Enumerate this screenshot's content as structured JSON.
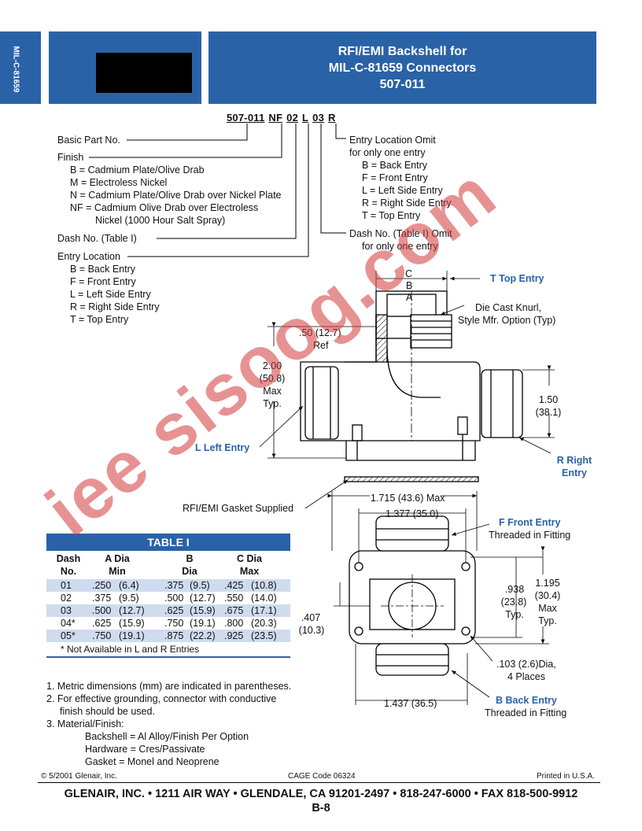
{
  "side_tab": "MIL-C-81659",
  "header": {
    "title_line1": "RFI/EMI Backshell for",
    "title_line2": "MIL-C-81659 Connectors",
    "title_line3": "507-011"
  },
  "part_number": {
    "segments": [
      "507-011",
      "NF",
      "02",
      "L",
      "03",
      "R"
    ]
  },
  "ordering": {
    "basic_part": "Basic Part No.",
    "finish_title": "Finish",
    "finish_options": [
      "B = Cadmium Plate/Olive Drab",
      "M = Electroless Nickel",
      "N = Cadmium Plate/Olive Drab over Nickel Plate",
      "NF = Cadmium Olive Drab over Electroless",
      "Nickel (1000 Hour Salt Spray)"
    ],
    "dash_no": "Dash No. (Table I)",
    "entry_title": "Entry Location",
    "entry_options": [
      "B = Back Entry",
      "F = Front Entry",
      "L = Left Side Entry",
      "R = Right Side Entry",
      "T = Top Entry"
    ],
    "right_entry_title1": "Entry Location Omit",
    "right_entry_title2": "for only one entry",
    "right_entry_options": [
      "B = Back Entry",
      "F = Front Entry",
      "L = Left Side Entry",
      "R = Right Side Entry",
      "T = Top Entry"
    ],
    "right_dash1": "Dash No. (Table I) Omit",
    "right_dash2": "for only one entry"
  },
  "drawing": {
    "label_c": "C",
    "label_b": "B",
    "label_a": "A",
    "top_entry": "T Top Entry",
    "knurl1": "Die Cast Knurl,",
    "knurl2": "Style Mfr. Option (Typ)",
    "ref1": ".50 (12.7)",
    "ref2": "Ref",
    "h1": "2.00",
    "h2": "(50.8)",
    "h3": "Max",
    "h4": "Typ.",
    "d150a": "1.50",
    "d150b": "(38.1)",
    "left_entry": "L Left Entry",
    "right_entry1": "R Right",
    "right_entry2": "Entry",
    "gasket": "RFI/EMI Gasket Supplied",
    "w1715": "1.715 (43.6) Max",
    "w1377": "1.377 (35.0)",
    "front_entry": "F Front Entry",
    "front_thread": "Threaded in Fitting",
    "d938a": ".938",
    "d938b": "(23.8)",
    "d938c": "Typ.",
    "d1195a": "1.195",
    "d1195b": "(30.4)",
    "d1195c": "Max",
    "d1195d": "Typ.",
    "d407a": ".407",
    "d407b": "(10.3)",
    "hole1": ".103 (2.6)Dia,",
    "hole2": "4 Places",
    "w1437": "1.437 (36.5)",
    "back_entry": "B Back Entry",
    "back_thread": "Threaded in Fitting"
  },
  "table": {
    "title": "TABLE I",
    "col_dash1": "Dash",
    "col_dash2": "No.",
    "col_a1": "A Dia",
    "col_a2": "Min",
    "col_b1": "B",
    "col_b2": "Dia",
    "col_c1": "C Dia",
    "col_c2": "Max",
    "rows": [
      {
        "dash": "01",
        "a": ".250",
        "am": "(6.4)",
        "b": ".375",
        "bm": "(9.5)",
        "c": ".425",
        "cm": "(10.8)"
      },
      {
        "dash": "02",
        "a": ".375",
        "am": "(9.5)",
        "b": ".500",
        "bm": "(12.7)",
        "c": ".550",
        "cm": "(14.0)"
      },
      {
        "dash": "03",
        "a": ".500",
        "am": "(12.7)",
        "b": ".625",
        "bm": "(15.9)",
        "c": ".675",
        "cm": "(17.1)"
      },
      {
        "dash": "04*",
        "a": ".625",
        "am": "(15.9)",
        "b": ".750",
        "bm": "(19.1)",
        "c": ".800",
        "cm": "(20.3)"
      },
      {
        "dash": "05*",
        "a": ".750",
        "am": "(19.1)",
        "b": ".875",
        "bm": "(22.2)",
        "c": ".925",
        "cm": "(23.5)"
      }
    ],
    "note": "* Not Available in L and R Entries"
  },
  "notes": [
    "1. Metric dimensions (mm) are indicated in parentheses.",
    "2. For effective grounding, connector with conductive",
    "finish should be used.",
    "3. Material/Finish:",
    "Backshell = Al Alloy/Finish Per Option",
    "Hardware = Cres/Passivate",
    "Gasket = Monel and Neoprene"
  ],
  "footer": {
    "copyright": "© 5/2001 Glenair, Inc.",
    "cage": "CAGE Code 06324",
    "printed": "Printed in U.S.A.",
    "address": "GLENAIR, INC. • 1211 AIR WAY • GLENDALE, CA 91201-2497 • 818-247-6000 • FAX 818-500-9912",
    "page": "B-8"
  },
  "watermark": "iee sisoog.com",
  "colors": {
    "brand_blue": "#2a62a8",
    "table_shade": "#cfdcef",
    "watermark_red": "#d43a3a"
  }
}
